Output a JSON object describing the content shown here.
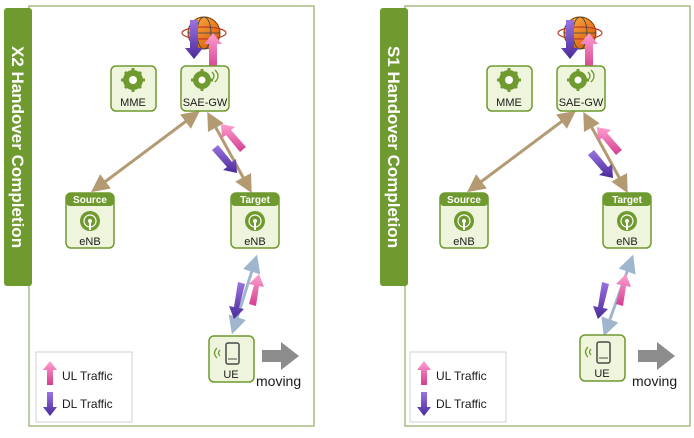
{
  "panels": [
    {
      "title": "X2 Handover Completion",
      "nodes": {
        "mme": {
          "label": "MME"
        },
        "sgw": {
          "label": "SAE-GW"
        },
        "source": {
          "tag": "Source",
          "label": "eNB"
        },
        "target": {
          "tag": "Target",
          "label": "eNB"
        },
        "ue": {
          "label": "UE"
        }
      },
      "moving_label": "moving",
      "legend": {
        "ul": "UL Traffic",
        "dl": "DL Traffic"
      }
    },
    {
      "title": "S1 Handover Completion",
      "nodes": {
        "mme": {
          "label": "MME"
        },
        "sgw": {
          "label": "SAE-GW"
        },
        "source": {
          "tag": "Source",
          "label": "eNB"
        },
        "target": {
          "tag": "Target",
          "label": "eNB"
        },
        "ue": {
          "label": "UE"
        }
      },
      "moving_label": "moving",
      "legend": {
        "ul": "UL Traffic",
        "dl": "DL Traffic"
      }
    }
  ],
  "colors": {
    "green_dark": "#6f9a2f",
    "green_light": "#eef5dc",
    "panel_border": "#8fae5d",
    "link_core": "#b39a72",
    "link_radio": "#9fb6cf",
    "ul_arrow": "#f06fb0",
    "dl_arrow": "#7a4fc6",
    "moving_arrow": "#8c8c8c"
  },
  "icons": [
    "globe-icon",
    "gear-icon",
    "antenna-icon",
    "phone-icon",
    "ul-arrow-icon",
    "dl-arrow-icon",
    "moving-arrow-icon"
  ]
}
